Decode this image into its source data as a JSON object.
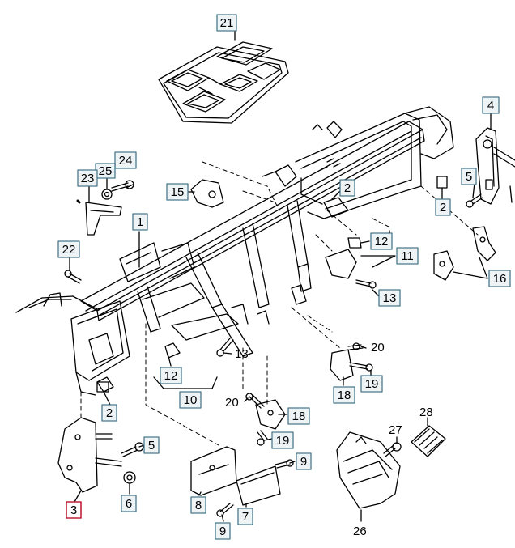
{
  "diagram": {
    "colors": {
      "line": "#000000",
      "callout_border": "#4a7a8c",
      "callout_fill": "#eef3f6",
      "highlight_border": "#c0203a",
      "background": "#ffffff"
    },
    "callouts": [
      {
        "id": "c21",
        "label": "21",
        "boxed": true
      },
      {
        "id": "c4",
        "label": "4",
        "boxed": true
      },
      {
        "id": "c24",
        "label": "24",
        "boxed": true
      },
      {
        "id": "c25",
        "label": "25",
        "boxed": true
      },
      {
        "id": "c23",
        "label": "23",
        "boxed": true
      },
      {
        "id": "c15",
        "label": "15",
        "boxed": true
      },
      {
        "id": "c2a",
        "label": "2",
        "boxed": true
      },
      {
        "id": "c5a",
        "label": "5",
        "boxed": true
      },
      {
        "id": "c2b",
        "label": "2",
        "boxed": true
      },
      {
        "id": "c1",
        "label": "1",
        "boxed": true
      },
      {
        "id": "c12a",
        "label": "12",
        "boxed": true
      },
      {
        "id": "c11",
        "label": "11",
        "boxed": true
      },
      {
        "id": "c22",
        "label": "22",
        "boxed": true
      },
      {
        "id": "c16",
        "label": "16",
        "boxed": true
      },
      {
        "id": "c13a",
        "label": "13",
        "boxed": true
      },
      {
        "id": "c13b",
        "label": "13",
        "boxed": false
      },
      {
        "id": "c20a",
        "label": "20",
        "boxed": false
      },
      {
        "id": "c12b",
        "label": "12",
        "boxed": true
      },
      {
        "id": "c19a",
        "label": "19",
        "boxed": true
      },
      {
        "id": "c18a",
        "label": "18",
        "boxed": true
      },
      {
        "id": "c10",
        "label": "10",
        "boxed": true
      },
      {
        "id": "c2c",
        "label": "2",
        "boxed": true
      },
      {
        "id": "c20b",
        "label": "20",
        "boxed": false
      },
      {
        "id": "c18b",
        "label": "18",
        "boxed": true
      },
      {
        "id": "c28",
        "label": "28",
        "boxed": false
      },
      {
        "id": "c19b",
        "label": "19",
        "boxed": true
      },
      {
        "id": "c27",
        "label": "27",
        "boxed": false
      },
      {
        "id": "c5b",
        "label": "5",
        "boxed": true
      },
      {
        "id": "c9a",
        "label": "9",
        "boxed": true
      },
      {
        "id": "c3",
        "label": "3",
        "boxed": true,
        "highlighted": true
      },
      {
        "id": "c6",
        "label": "6",
        "boxed": true
      },
      {
        "id": "c8",
        "label": "8",
        "boxed": true
      },
      {
        "id": "c7",
        "label": "7",
        "boxed": true
      },
      {
        "id": "c9b",
        "label": "9",
        "boxed": true
      },
      {
        "id": "c26",
        "label": "26",
        "boxed": false
      }
    ]
  }
}
